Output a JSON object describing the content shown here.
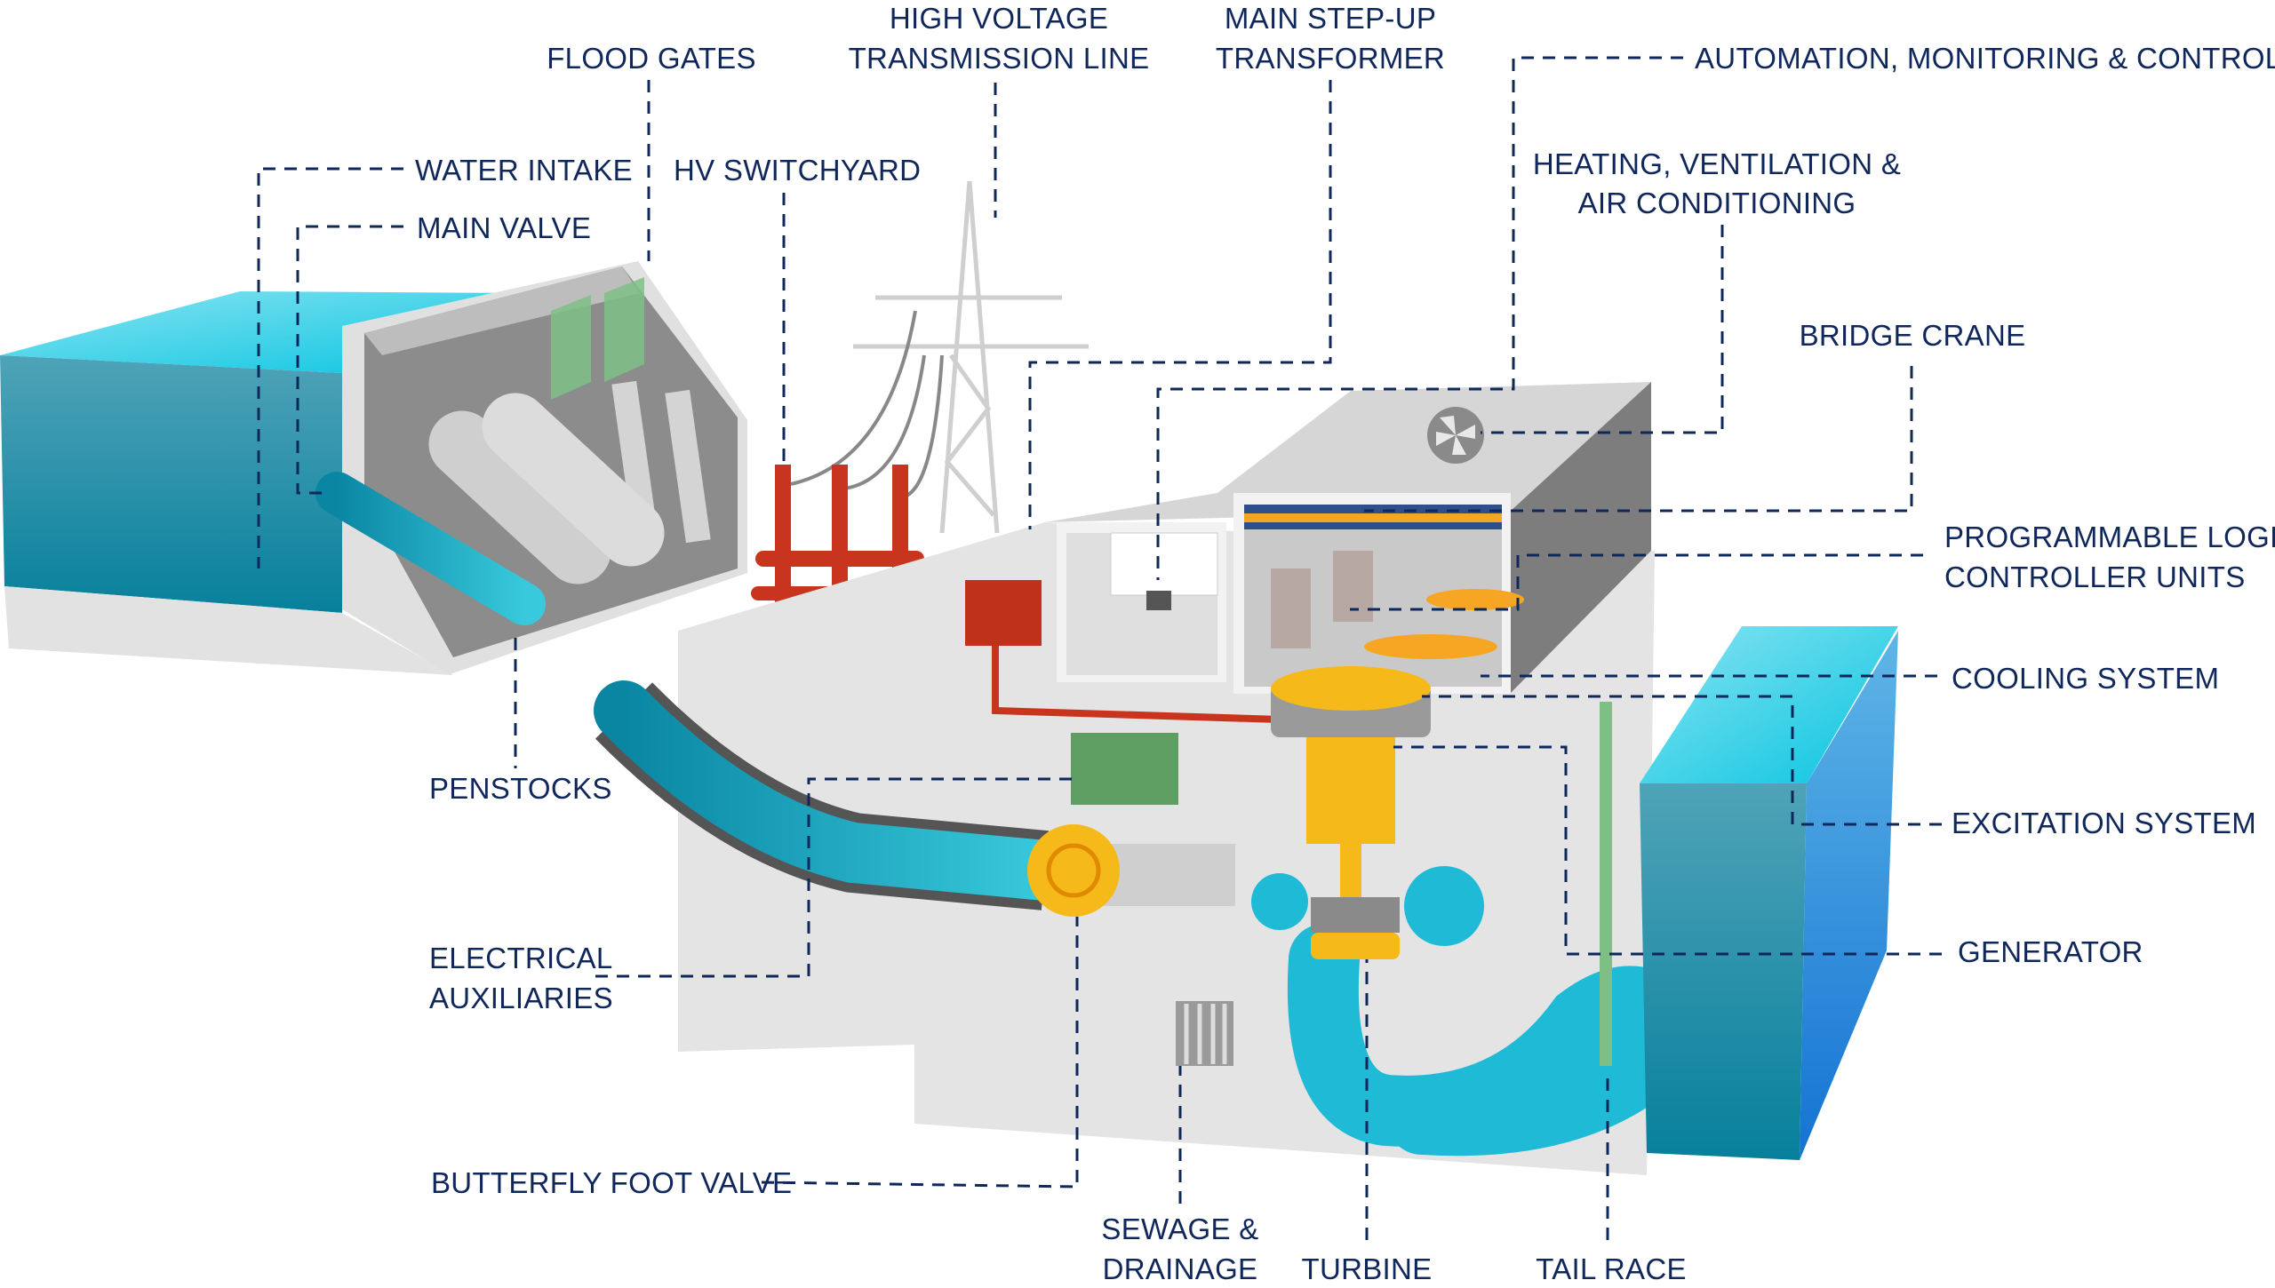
{
  "title": "Hydroelectric power plant components",
  "colors": {
    "label": "#10275c",
    "water": "#1ba3c4",
    "concrete": "#d9d9d9",
    "equipment_red": "#c8341e",
    "generator_yellow": "#f6b91a"
  },
  "labels": {
    "flood_gates": "FLOOD GATES",
    "hv_line_1": "HIGH VOLTAGE",
    "hv_line_2": "TRANSMISSION LINE",
    "transformer_1": "MAIN STEP-UP",
    "transformer_2": "TRANSFORMER",
    "automation": "AUTOMATION, MONITORING & CONTROL",
    "water_intake": "WATER INTAKE",
    "main_valve": "MAIN VALVE",
    "hv_switchyard": "HV SWITCHYARD",
    "hvac_1": "HEATING, VENTILATION &",
    "hvac_2": "AIR CONDITIONING",
    "bridge_crane": "BRIDGE CRANE",
    "plc_1": "PROGRAMMABLE LOGIC",
    "plc_2": "CONTROLLER UNITS",
    "cooling": "COOLING SYSTEM",
    "excitation": "EXCITATION SYSTEM",
    "generator": "GENERATOR",
    "penstocks": "PENSTOCKS",
    "aux_1": "ELECTRICAL",
    "aux_2": "AUXILIARIES",
    "butterfly": "BUTTERFLY FOOT VALVE",
    "sewage_1": "SEWAGE &",
    "sewage_2": "DRAINAGE",
    "turbine": "TURBINE",
    "tail_race": "TAIL RACE"
  }
}
